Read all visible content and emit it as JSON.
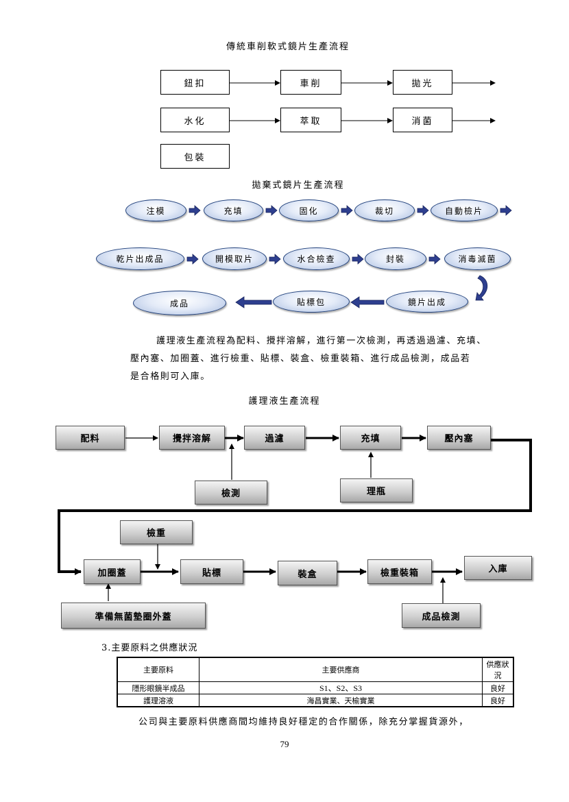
{
  "traditional": {
    "title": "傳統車削軟式鏡片生產流程",
    "steps": [
      "鈕扣",
      "車削",
      "拋光",
      "水化",
      "萃取",
      "消菌",
      "包裝"
    ]
  },
  "cast": {
    "title": "拋棄式鏡片生產流程",
    "steps": [
      "注模",
      "充填",
      "固化",
      "裁切",
      "自動檢片",
      "乾片出成品",
      "開模取片",
      "水合檢查",
      "封裝",
      "消毒滅菌",
      "鏡片出成",
      "貼標包",
      "成品"
    ]
  },
  "intro": {
    "lines": [
      "護理液生產流程為配料、攪拌溶解，進行第一次檢測，再透過過濾、充填、",
      "壓內塞、加圈蓋、進行檢重、貼標、裝盒、檢重裝箱、進行成品檢測，成品若",
      "是合格則可入庫。"
    ]
  },
  "care": {
    "title": "護理液生產流程",
    "配料": "配料",
    "攪拌溶解": "攪拌溶解",
    "過濾": "過濾",
    "充填": "充填",
    "壓內塞": "壓內塞",
    "檢測": "檢測",
    "理瓶": "理瓶",
    "檢重": "檢重",
    "加圈蓋": "加圈蓋",
    "貼標": "貼標",
    "裝盒": "裝盒",
    "檢重裝箱": "檢重裝箱",
    "入庫": "入庫",
    "準備": "準備無菌墊圈外蓋",
    "成品檢測": "成品檢測"
  },
  "supply": {
    "heading": "3.主要原料之供應狀況",
    "header": [
      "主要原料",
      "主要供應商",
      "供應狀況"
    ],
    "rows": [
      [
        "隱形眼鏡半成品",
        "S1、S2、S3",
        "良好"
      ],
      [
        "護理溶液",
        "海昌實業、天榆實業",
        "良好"
      ]
    ]
  },
  "closing": "公司與主要原料供應商間均維持良好穩定的合作關係，除充分掌握貨源外，",
  "page_number": "79"
}
